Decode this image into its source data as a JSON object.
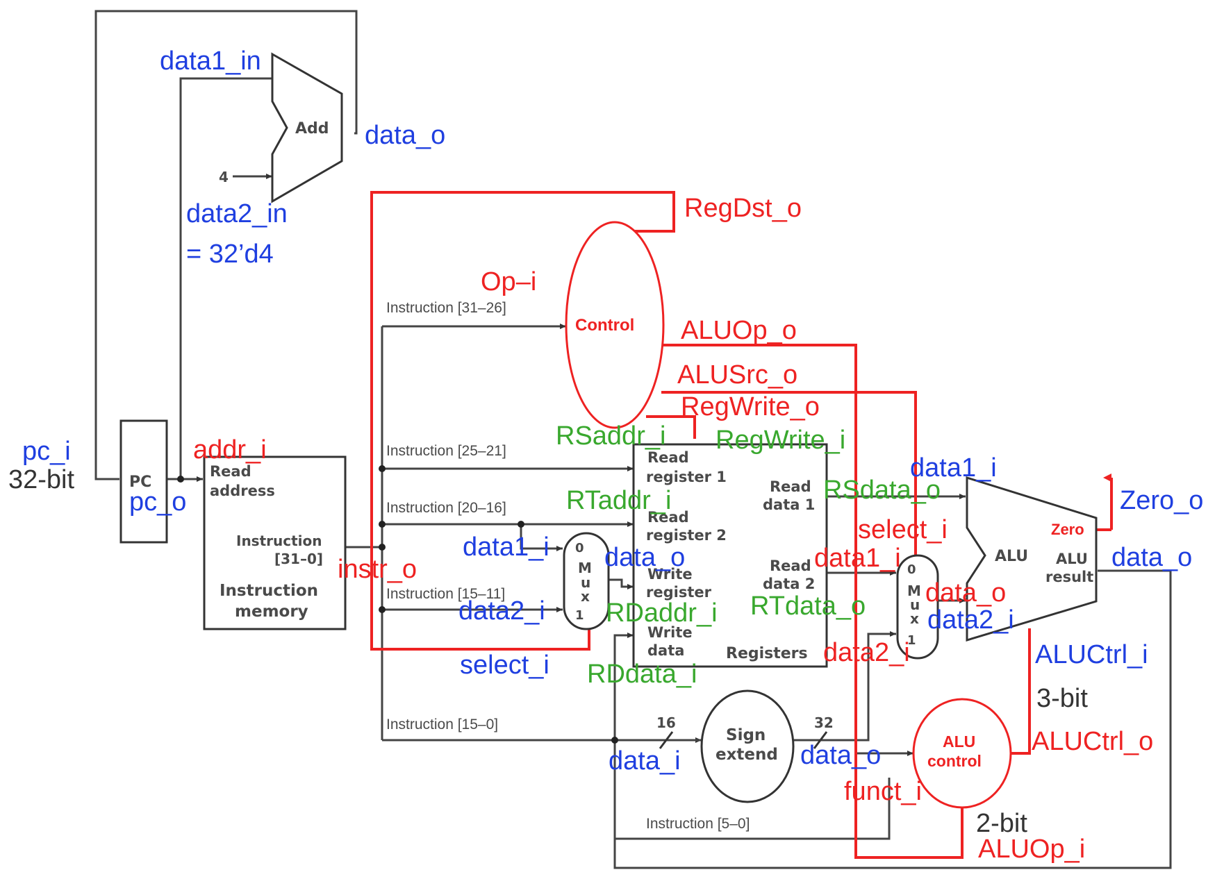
{
  "colors": {
    "blue": "#1f3fe0",
    "red": "#ee2222",
    "green": "#39a82e",
    "gray": "#4a4a4a",
    "black": "#222222"
  },
  "blocks": {
    "add": "Add",
    "pc": "PC",
    "imem_read": "Read",
    "imem_address": "address",
    "imem_instr": "Instruction",
    "imem_range": "[31–0]",
    "imem_name1": "Instruction",
    "imem_name2": "memory",
    "control": "Control",
    "reg_read1_a": "Read",
    "reg_read1_b": "register 1",
    "reg_read2_a": "Read",
    "reg_read2_b": "register 2",
    "reg_write_a": "Write",
    "reg_write_b": "register",
    "reg_wdata_a": "Write",
    "reg_wdata_b": "data",
    "reg_rdata1_a": "Read",
    "reg_rdata1_b": "data 1",
    "reg_rdata2_a": "Read",
    "reg_rdata2_b": "data 2",
    "registers": "Registers",
    "mux_m": "M",
    "mux_u": "u",
    "mux_x": "x",
    "mux_0": "0",
    "mux_1": "1",
    "alu": "ALU",
    "zero": "Zero",
    "alu_result_a": "ALU",
    "alu_result_b": "result",
    "sign_a": "Sign",
    "sign_b": "extend",
    "aluctrl_a": "ALU",
    "aluctrl_b": "control",
    "const4": "4",
    "bits16": "16",
    "bits32": "32"
  },
  "instruction_fields": {
    "f31_26": "Instruction [31–26]",
    "f25_21": "Instruction [25–21]",
    "f20_16": "Instruction [20–16]",
    "f15_11": "Instruction [15–11]",
    "f15_0": "Instruction [15–0]",
    "f5_0": "Instruction [5–0]"
  },
  "labels": {
    "add_data1_in": "data1_in",
    "add_data_o": "data_o",
    "add_data2_in": "data2_in",
    "add_const": "= 32’d4",
    "pc_i": "pc_i",
    "pc_width": "32-bit",
    "pc_o": "pc_o",
    "addr_i": "addr_i",
    "instr_o": "instr_o",
    "op_i": "Op–i",
    "regdst_o": "RegDst_o",
    "aluop_o": "ALUOp_o",
    "alusrc_o": "ALUSrc_o",
    "regwrite_o": "RegWrite_o",
    "rsaddr_i": "RSaddr_i",
    "regwrite_i": "RegWrite_i",
    "rtaddr_i": "RTaddr_i",
    "rsdata_o": "RSdata_o",
    "rtdata_o": "RTdata_o",
    "rdaddr_i": "RDaddr_i",
    "rddata_i": "RDdata_i",
    "mux1_data1_i": "data1_i",
    "mux1_data2_i": "data2_i",
    "mux1_data_o": "data_o",
    "mux1_select_i": "select_i",
    "alu_data1_i": "data1_i",
    "alu_data2_i": "data2_i",
    "zero_o": "Zero_o",
    "alu_data_o": "data_o",
    "mux2_select_i": "select_i",
    "mux2_data1_i": "data1_i",
    "mux2_data_o": "data_o",
    "mux2_data2_i": "data2_i",
    "aluctrl_i": "ALUCtrl_i",
    "aluctrl_width": "3-bit",
    "aluctrl_o": "ALUCtrl_o",
    "se_data_i": "data_i",
    "se_data_o": "data_o",
    "funct_i": "funct_i",
    "aluop_width": "2-bit",
    "aluop_i": "ALUOp_i"
  }
}
